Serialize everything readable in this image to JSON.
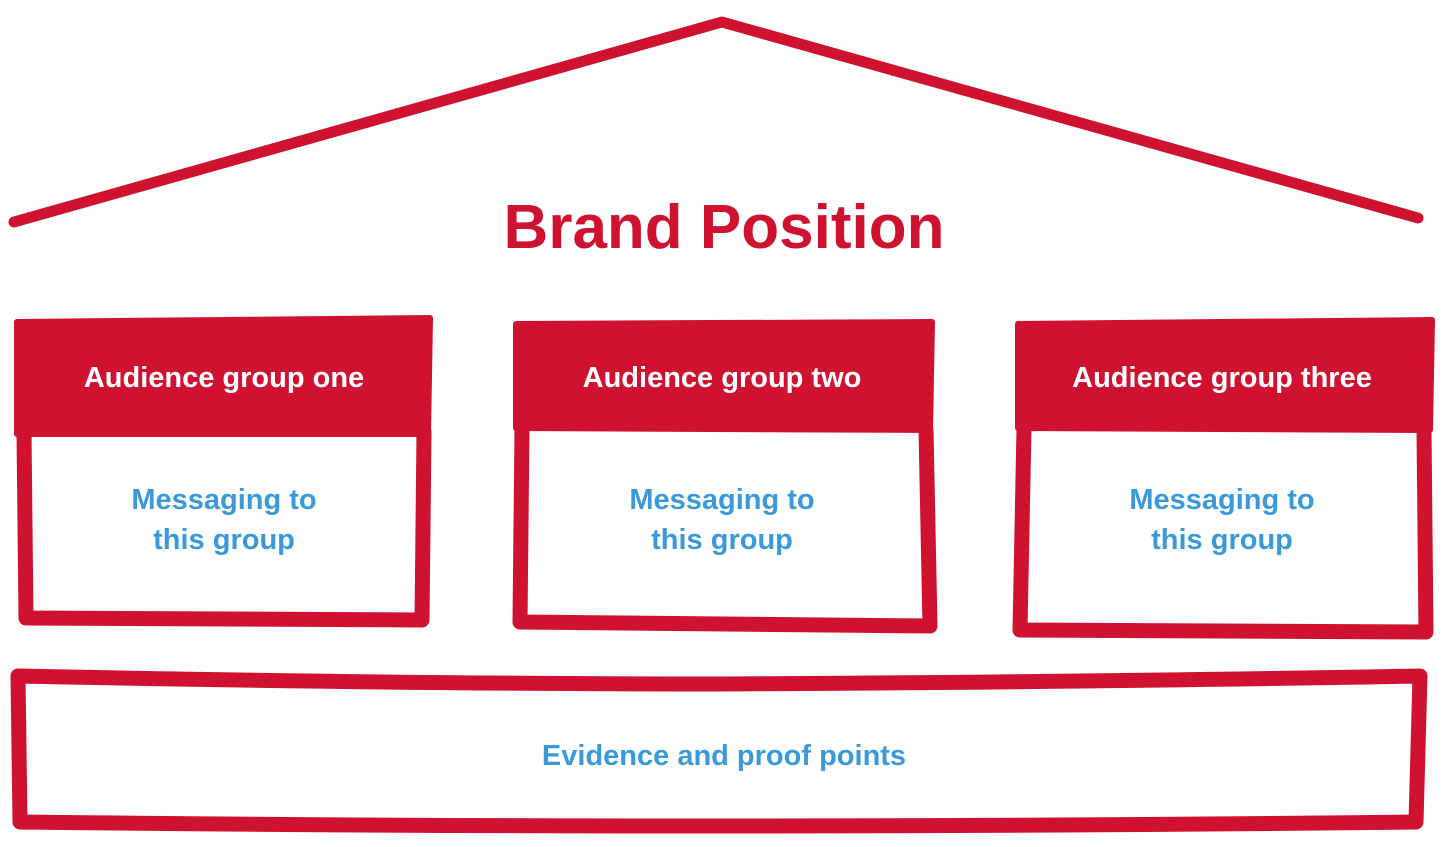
{
  "colors": {
    "accent": "#CF1230",
    "text_blue": "#3A9AD9"
  },
  "title": "Brand Position",
  "groups": [
    {
      "heading": "Audience group one",
      "message_line1": "Messaging to",
      "message_line2": "this group"
    },
    {
      "heading": "Audience group two",
      "message_line1": "Messaging to",
      "message_line2": "this group"
    },
    {
      "heading": "Audience group three",
      "message_line1": "Messaging to",
      "message_line2": "this group"
    }
  ],
  "foundation": "Evidence and proof points"
}
